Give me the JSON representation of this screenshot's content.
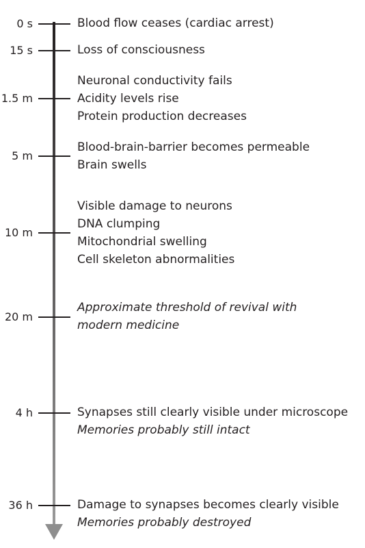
{
  "timeline": {
    "ticks": [
      {
        "label": "0 s",
        "events": [
          {
            "text": "Blood flow ceases (cardiac arrest)",
            "italic": false
          }
        ]
      },
      {
        "label": "15 s",
        "events": [
          {
            "text": "Loss of consciousness",
            "italic": false
          }
        ]
      },
      {
        "label": "1.5 m",
        "events": [
          {
            "text": "Neuronal conductivity fails",
            "italic": false
          },
          {
            "text": "Acidity levels rise",
            "italic": false
          },
          {
            "text": "Protein production decreases",
            "italic": false
          }
        ]
      },
      {
        "label": "5 m",
        "events": [
          {
            "text": "Blood-brain-barrier becomes permeable",
            "italic": false
          },
          {
            "text": "Brain swells",
            "italic": false
          }
        ]
      },
      {
        "label": "10 m",
        "events": [
          {
            "text": "Visible damage to neurons",
            "italic": false
          },
          {
            "text": "DNA clumping",
            "italic": false
          },
          {
            "text": "Mitochondrial swelling",
            "italic": false
          },
          {
            "text": "Cell skeleton abnormalities",
            "italic": false
          }
        ]
      },
      {
        "label": "20 m",
        "events": [
          {
            "text": " Approximate threshold of revival with",
            "italic": true
          },
          {
            "text": "modern medicine",
            "italic": true
          }
        ]
      },
      {
        "label": "4 h",
        "events": [
          {
            "text": "Synapses still clearly visible under microscope",
            "italic": false
          },
          {
            "text": "Memories probably still intact",
            "italic": true
          }
        ]
      },
      {
        "label": "36 h",
        "events": [
          {
            "text": "Damage to synapses becomes clearly visible",
            "italic": false
          },
          {
            "text": "Memories probably destroyed",
            "italic": true
          }
        ]
      }
    ]
  },
  "colors": {
    "axis_top": "#231f20",
    "axis_bottom": "#9a9a9a",
    "text": "#231f20"
  }
}
